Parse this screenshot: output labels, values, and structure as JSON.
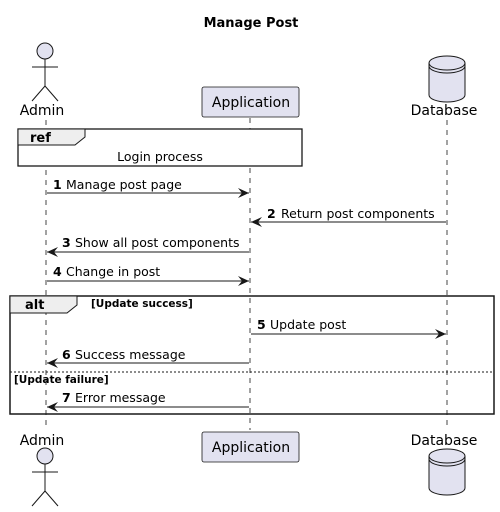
{
  "title": "Manage Post",
  "participants": {
    "admin": "Admin",
    "application": "Application",
    "database": "Database"
  },
  "ref": {
    "keyword": "ref",
    "text": "Login process"
  },
  "messages": [
    {
      "num": "1",
      "text": "Manage post page"
    },
    {
      "num": "2",
      "text": "Return post components"
    },
    {
      "num": "3",
      "text": "Show all post components"
    },
    {
      "num": "4",
      "text": "Change in post"
    },
    {
      "num": "5",
      "text": "Update post"
    },
    {
      "num": "6",
      "text": "Success message"
    },
    {
      "num": "7",
      "text": "Error message"
    }
  ],
  "alt": {
    "keyword": "alt",
    "guard_success": "[Update success]",
    "guard_failure": "[Update failure]"
  },
  "colors": {
    "participant_fill": "#E2E2F0",
    "participant_stroke": "#181818",
    "lifeline": "#181818",
    "fragment_header": "#EEEEEE"
  }
}
